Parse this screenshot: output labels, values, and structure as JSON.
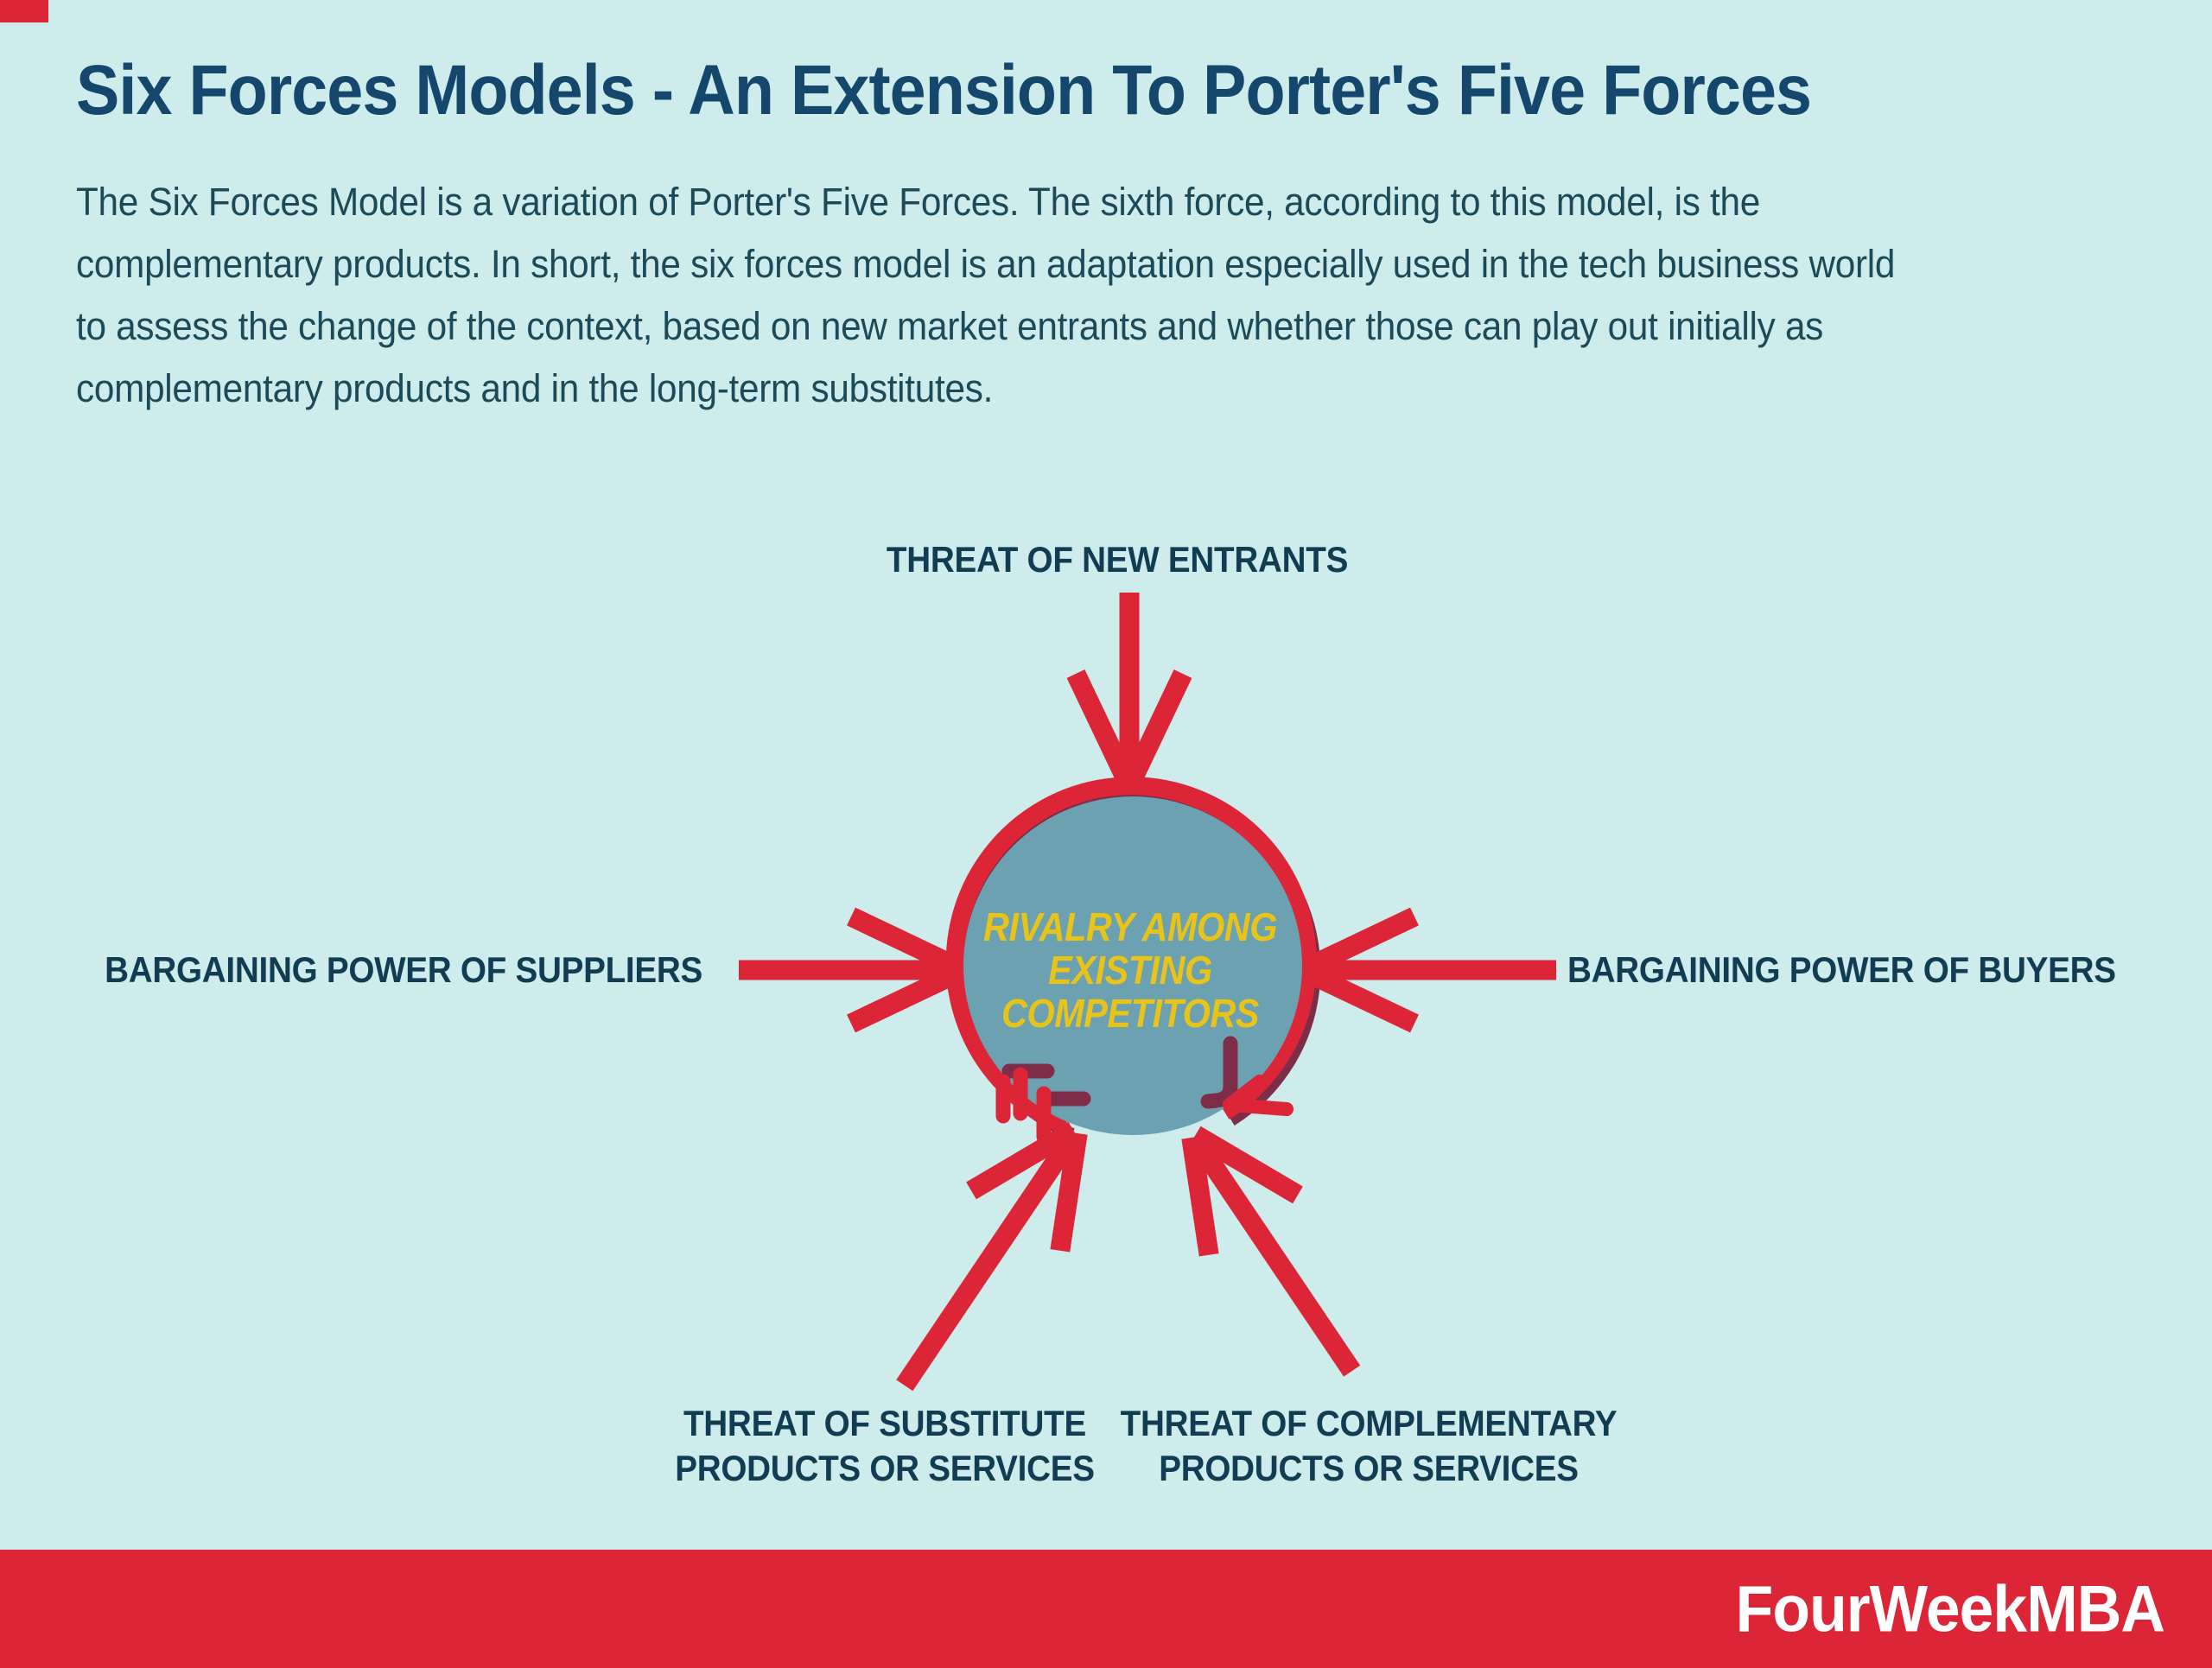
{
  "palette": {
    "background": "#cdeceb",
    "accent_red": "#dc2638",
    "maroon_shadow": "#7e2d48",
    "circle_fill": "#6ca1b1",
    "center_text_yellow": "#e8c41b",
    "title_navy": "#15466b",
    "body_teal": "#1c4a59",
    "label_navy": "#113c52",
    "footer_text": "#ffffff"
  },
  "header": {
    "title": "Six Forces Models - An Extension To Porter's Five Forces",
    "paragraph_lines": [
      "The Six Forces Model is a variation of Porter's Five Forces. The sixth force, according to this model, is the",
      "complementary products. In short, the six forces model is an adaptation especially used in the tech business world",
      "to assess the change of the context, based on new market entrants and whether those can play out initially as",
      "complementary products and in the long-term substitutes."
    ]
  },
  "diagram": {
    "center": {
      "lines": [
        "RIVALRY AMONG",
        "EXISTING",
        "COMPETITORS"
      ]
    },
    "forces": {
      "top": "THREAT OF NEW ENTRANTS",
      "left": "BARGAINING POWER OF SUPPLIERS",
      "right": "BARGAINING POWER OF BUYERS",
      "bottom_left_line1": "THREAT OF SUBSTITUTE",
      "bottom_left_line2": "PRODUCTS OR SERVICES",
      "bottom_right_line1": "THREAT OF COMPLEMENTARY",
      "bottom_right_line2": "PRODUCTS OR SERVICES"
    }
  },
  "footer": {
    "brand": "FourWeekMBA"
  }
}
